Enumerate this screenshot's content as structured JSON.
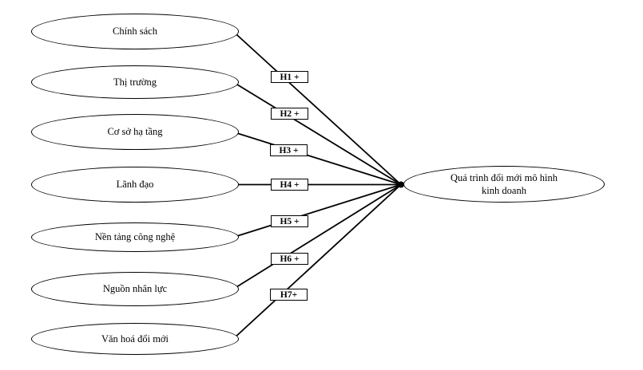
{
  "diagram": {
    "type": "conceptual-model",
    "factors": [
      {
        "label": "Chính sách",
        "hypothesis": "H1 +"
      },
      {
        "label": "Thị trường",
        "hypothesis": "H2 +"
      },
      {
        "label": "Cơ sở hạ tầng",
        "hypothesis": "H3 +"
      },
      {
        "label": "Lãnh đạo",
        "hypothesis": "H4 +"
      },
      {
        "label": "Nền tảng công nghệ",
        "hypothesis": "H5 +"
      },
      {
        "label": "Nguồn nhân lực",
        "hypothesis": "H6 +"
      },
      {
        "label": "Văn hoá đổi mới",
        "hypothesis": "H7+"
      }
    ],
    "outcome": {
      "label": "Quá trình đổi mới mô hình kinh doanh"
    },
    "colors": {
      "stroke": "#000000",
      "shape_fill": "#ffffff",
      "background": "#ffffff"
    }
  }
}
